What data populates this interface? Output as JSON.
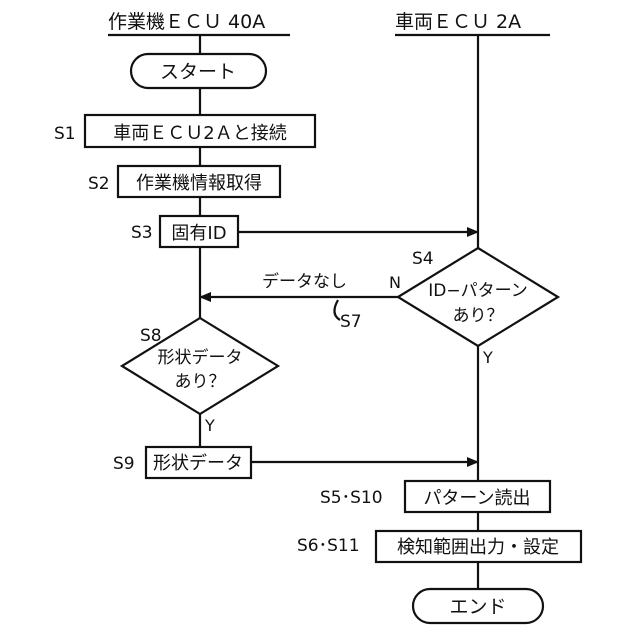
{
  "lanes": {
    "left_header": "作業機ＥＣＵ 40A",
    "right_header": "車両ＥＣＵ 2A"
  },
  "nodes": {
    "start": "スタート",
    "s1_label": "S1",
    "s1_text": "車両ＥＣＵ2Ａと接続",
    "s2_label": "S2",
    "s2_text": "作業機情報取得",
    "s3_label": "S3",
    "s3_text": "固有ID",
    "s4_label": "S4",
    "s4_line1": "ID−パターン",
    "s4_line2": "あり？",
    "s4_no": "N",
    "s4_yes": "Y",
    "s7_text": "データなし",
    "s7_label": "S7",
    "s8_label": "S8",
    "s8_line1": "形状データ",
    "s8_line2": "あり？",
    "s8_yes": "Y",
    "s9_label": "S9",
    "s9_text": "形状データ",
    "s5_label": "S5･S10",
    "s5_text": "パターン読出",
    "s6_label": "S6･S11",
    "s6_text": "検知範囲出力・設定",
    "end": "エンド"
  }
}
